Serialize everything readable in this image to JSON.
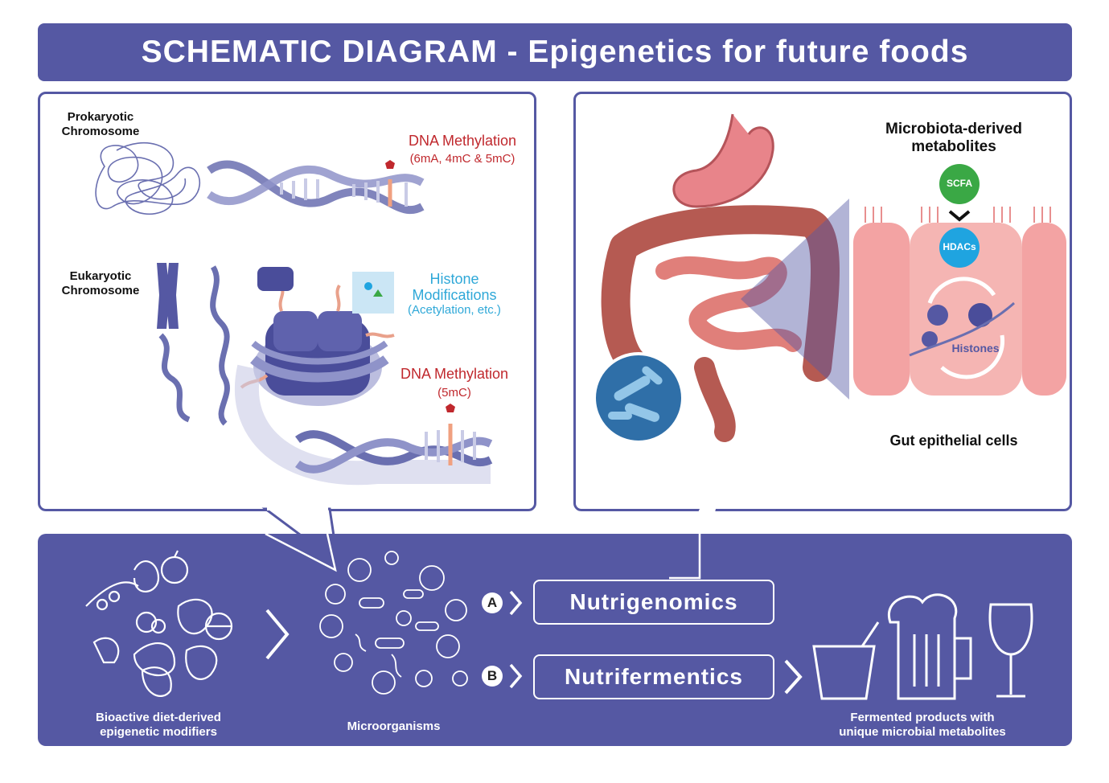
{
  "header": {
    "title": "SCHEMATIC DIAGRAM - Epigenetics for future foods"
  },
  "left_panel": {
    "prokaryotic": [
      "Prokaryotic",
      "Chromosome"
    ],
    "eukaryotic": [
      "Eukaryotic",
      "Chromosome"
    ],
    "dna_methylation_top": {
      "title": "DNA Methylation",
      "detail": "(6mA, 4mC & 5mC)"
    },
    "histone": {
      "line1": "Histone",
      "line2": "Modifications",
      "detail": "(Acetylation, etc.)"
    },
    "dna_methylation_bottom": {
      "title": "DNA Methylation",
      "detail": "(5mC)"
    }
  },
  "right_panel": {
    "metabolites_title": [
      "Microbiota-derived",
      "metabolites"
    ],
    "scfa": "SCFA",
    "hdacs": "HDACs",
    "histones": "Histones",
    "gut_cells": "Gut epithelial cells"
  },
  "bottom": {
    "diet_label": [
      "Bioactive diet-derived",
      "epigenetic modifiers"
    ],
    "micro_label": "Microorganisms",
    "path_a": {
      "letter": "A",
      "label": "Nutrigenomics"
    },
    "path_b": {
      "letter": "B",
      "label": "Nutrifermentics"
    },
    "products_label": [
      "Fermented products with",
      "unique microbial metabolites"
    ]
  },
  "colors": {
    "primary": "#5558a3",
    "methylation": "#c0282d",
    "histone": "#2fa8d8",
    "scfa": "#3aa845",
    "hdacs": "#1fa4e0"
  }
}
